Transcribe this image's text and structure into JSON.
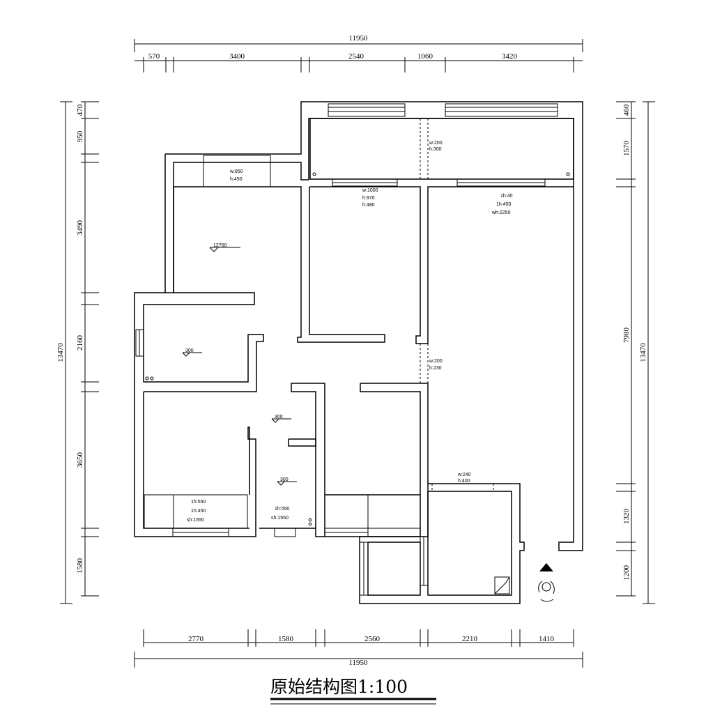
{
  "title": "原始结构图1:100",
  "dims": {
    "top_total": "11950",
    "top_segments": [
      "570",
      "3400",
      "2540",
      "1060",
      "3420"
    ],
    "bottom_total": "11950",
    "bottom_segments": [
      "2770",
      "1580",
      "2560",
      "2210",
      "1410"
    ],
    "left_total": "13470",
    "left_segments": [
      "470",
      "950",
      "3490",
      "2160",
      "3650",
      "1580"
    ],
    "right_total": "13470",
    "right_segments": [
      "460",
      "1570",
      "7980",
      "1320",
      "1200"
    ]
  },
  "annotations": {
    "balcony_beam_w": "w:200",
    "balcony_beam_h": "h:300",
    "window_top_w": "w:850",
    "window_top_h": "h:450",
    "bedroom2_w": "w:1000",
    "bedroom2_h": "h:970",
    "bedroom2_b": "h:480",
    "living_1": "1h:40",
    "living_2": "1h:450",
    "living_3": "wh:2250",
    "elev_main": "12760",
    "elev_small_room": "300",
    "elev_corridor": "300",
    "elev_bath": "300",
    "mid_beam_w": "w:200",
    "mid_beam_h": "h:230",
    "kitchen_beam_w": "w:240",
    "kitchen_beam_h": "h:400",
    "bottom_room_1": "1h:550",
    "bottom_room_2": "1h:450",
    "bottom_room_3": "sh:1550",
    "bath_1": "1h:550",
    "bath_2": "sh:1550"
  }
}
